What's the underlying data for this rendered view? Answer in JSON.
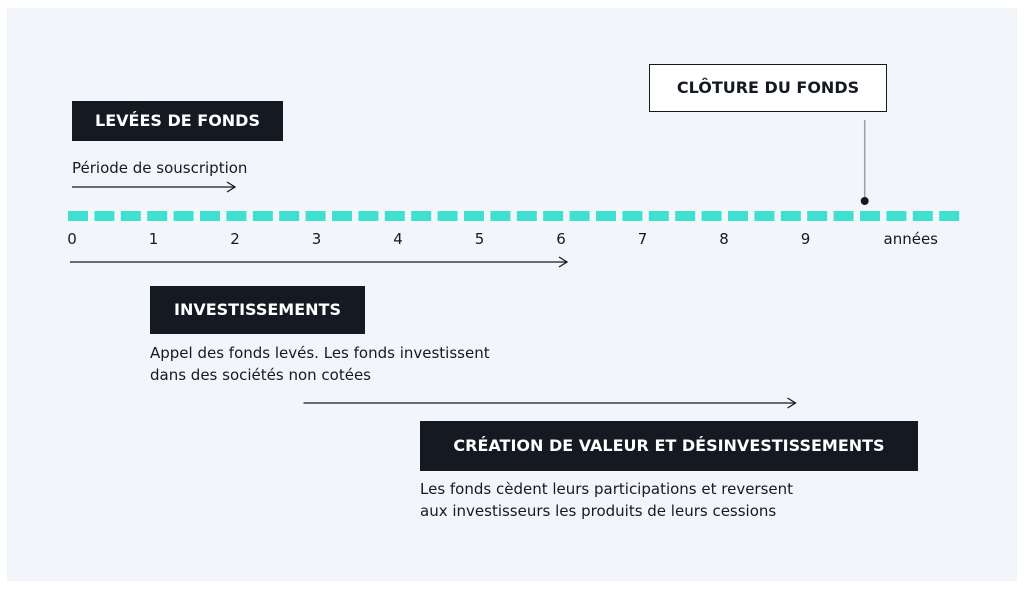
{
  "timeline": {
    "ticks": [
      "0",
      "1",
      "2",
      "3",
      "4",
      "5",
      "6",
      "7",
      "8",
      "9"
    ],
    "unit_label": "années",
    "dash_color": "#3fe0cf"
  },
  "phases": {
    "fundraising": {
      "title": "LEVÉES DE FONDS",
      "desc": "Période de souscription",
      "range": [
        0,
        2
      ]
    },
    "investments": {
      "title": "INVESTISSEMENTS",
      "desc_line1": "Appel des fonds levés. Les fonds investissent",
      "desc_line2": "dans des sociétés non cotées",
      "range": [
        0,
        6
      ]
    },
    "value_creation": {
      "title": "CRÉATION DE VALEUR ET DÉSINVESTISSEMENTS",
      "desc_line1": "Les fonds cèdent leurs participations et reversent",
      "desc_line2": "aux investisseurs les produits de leurs cessions",
      "range": [
        3,
        9
      ]
    },
    "closing": {
      "title": "CLÔTURE DU FONDS",
      "at": 9.8
    }
  },
  "colors": {
    "dark_box": "#151a22",
    "panel_bg": "#f2f6fa",
    "accent": "#3fe0cf"
  }
}
